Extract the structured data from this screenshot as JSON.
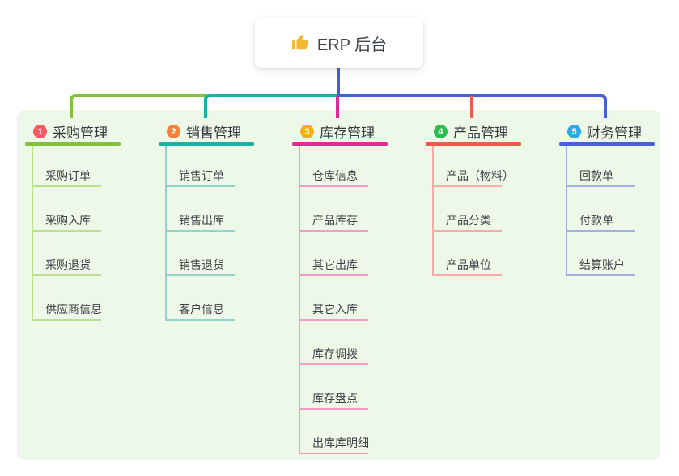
{
  "root": {
    "icon": "thumbs-up",
    "label": "ERP 后台"
  },
  "branches": [
    {
      "num": "1",
      "title": "采购管理",
      "badge_color": "#f85a68",
      "main_color": "#82c13e",
      "light_color": "#b9e08e",
      "children": [
        "采购订单",
        "采购入库",
        "采购退货",
        "供应商信息"
      ]
    },
    {
      "num": "2",
      "title": "销售管理",
      "badge_color": "#f8823c",
      "main_color": "#16b2a4",
      "light_color": "#90d6cd",
      "children": [
        "销售订单",
        "销售出库",
        "销售退货",
        "客户信息"
      ]
    },
    {
      "num": "3",
      "title": "库存管理",
      "badge_color": "#fcab1e",
      "main_color": "#e12b92",
      "light_color": "#f29cc9",
      "children": [
        "仓库信息",
        "产品库存",
        "其它出库",
        "其它入库",
        "库存调拨",
        "库存盘点",
        "出库库明细"
      ]
    },
    {
      "num": "4",
      "title": "产品管理",
      "badge_color": "#2abd52",
      "main_color": "#f35a4f",
      "light_color": "#f9aba4",
      "children": [
        "产品（物料）",
        "产品分类",
        "产品单位"
      ]
    },
    {
      "num": "5",
      "title": "财务管理",
      "badge_color": "#29a9e8",
      "main_color": "#4461d7",
      "light_color": "#a3b0e8",
      "children": [
        "回款单",
        "付款单",
        "结算账户"
      ]
    }
  ],
  "colors": {
    "trunk": "#4a5cd6",
    "container_bg": "#eef8e8",
    "icon_color": "#f4b731"
  }
}
